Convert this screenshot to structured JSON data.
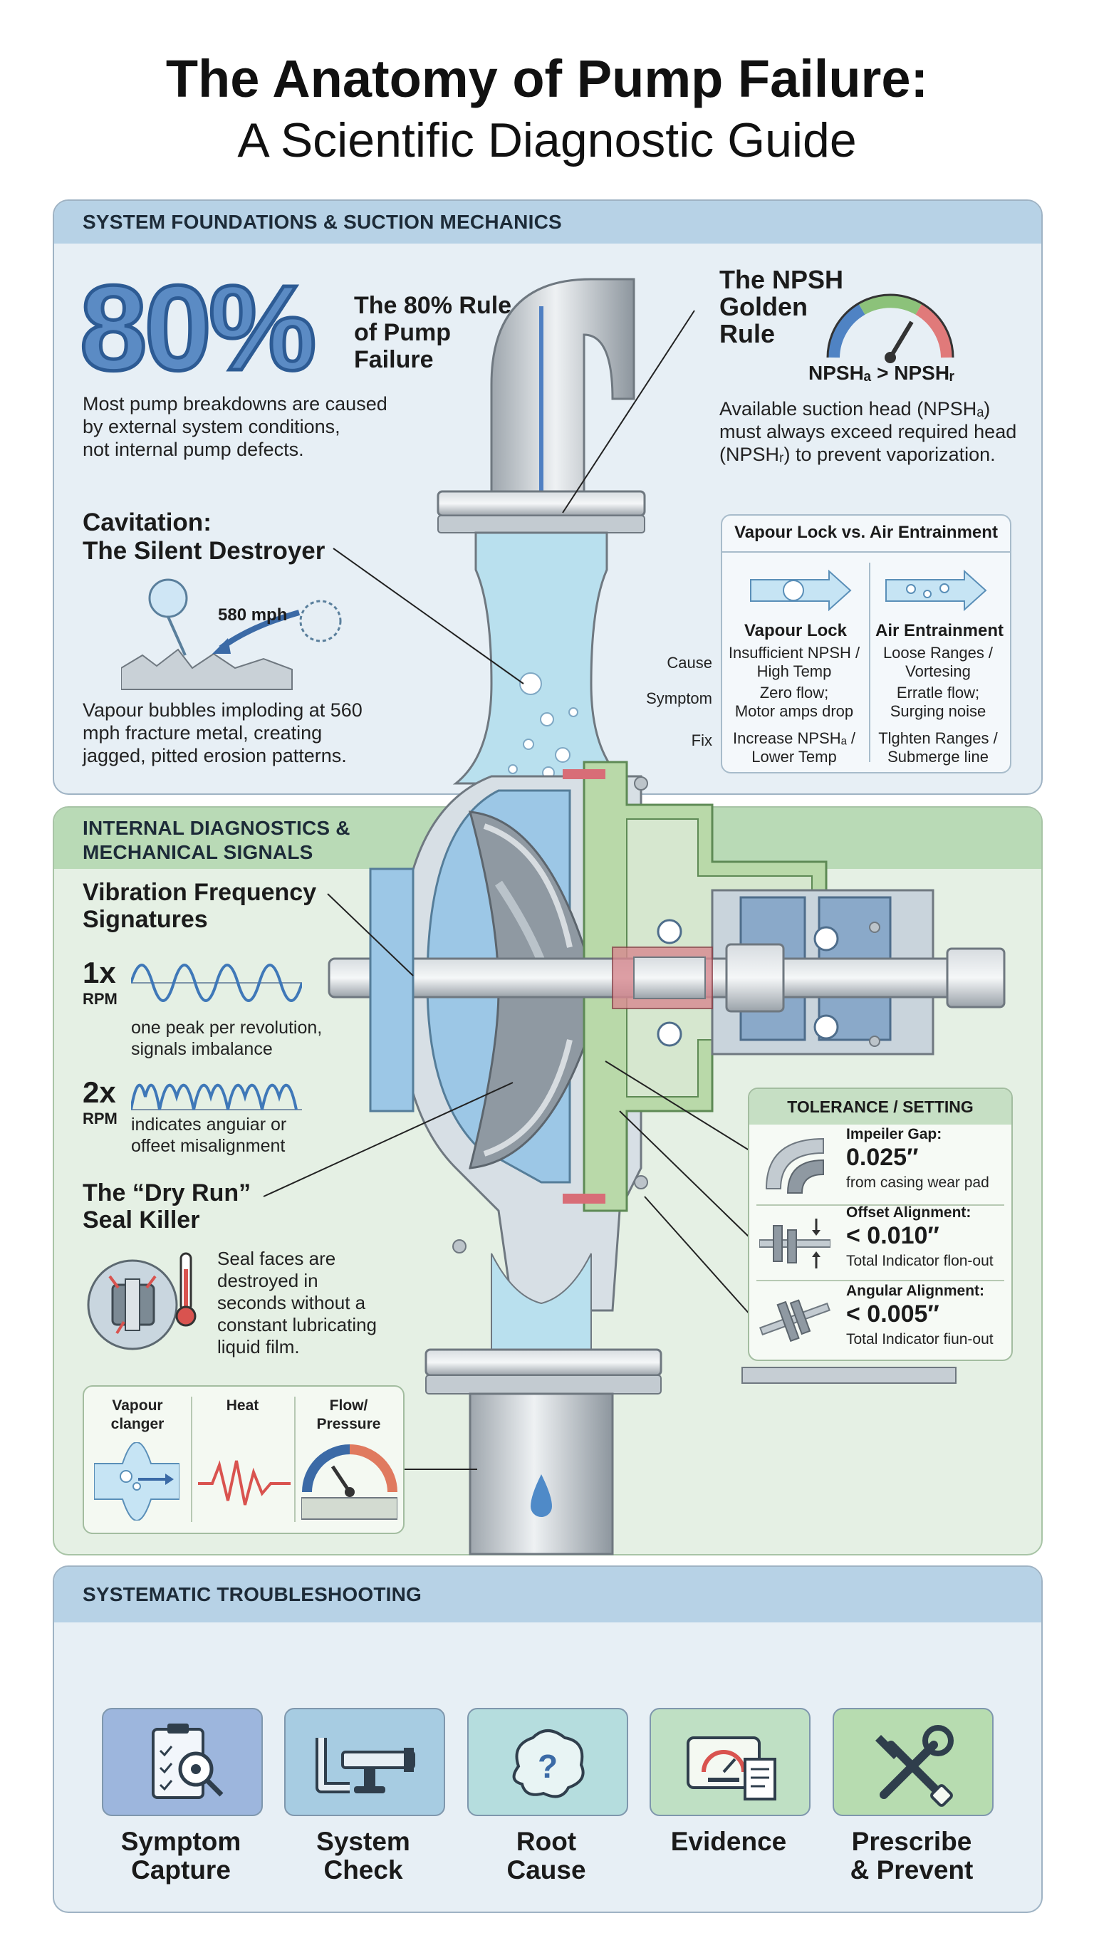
{
  "title": {
    "line1": "The Anatomy of Pump Failure:",
    "line2": "A Scientific Diagnostic Guide"
  },
  "section1": {
    "heading": "SYSTEM FOUNDATIONS & SUCTION MECHANICS",
    "big_stat": "80%",
    "rule_title": [
      "The 80% Rule",
      "of Pump",
      "Failure"
    ],
    "rule_text": [
      "Most pump breakdowns are caused",
      "by external system conditions,",
      "not internal pump defects."
    ],
    "npsh_title": [
      "The NPSH",
      "Golden",
      "Rule"
    ],
    "npsh_formula": "NPSHₐ > NPSHᵣ",
    "npsh_text": [
      "Available suction head (NPSHₐ)",
      "must always exceed required head",
      "(NPSHᵣ) to prevent vaporization."
    ],
    "cavitation_title": [
      "Cavitation:",
      "The Silent Destroyer"
    ],
    "speed_label": "580 mph",
    "cavitation_text": [
      "Vapour bubbles imploding at 560",
      "mph fracture metal, creating",
      "jagged, pitted erosion patterns."
    ],
    "vapour_table": {
      "title": "Vapour Lock vs. Air Entrainment",
      "col1": "Vapour Lock",
      "col2": "Air Entrainment",
      "rows": [
        {
          "label": "Cause",
          "a": [
            "Insufficient NPSH /",
            "High Temp"
          ],
          "b": [
            "Loose Ranges /",
            "Vortesing"
          ]
        },
        {
          "label": "Symptom",
          "a": [
            "Zero flow;",
            "Motor amps drop"
          ],
          "b": [
            "Erratle flow;",
            "Surging noise"
          ]
        },
        {
          "label": "Fix",
          "a": [
            "Increase NPSHₐ /",
            "Lower Temp"
          ],
          "b": [
            "Tlghten Ranges /",
            "Submerge line"
          ]
        }
      ]
    }
  },
  "section2": {
    "heading": [
      "INTERNAL DIAGNOSTICS &",
      "MECHANICAL SIGNALS"
    ],
    "vib_title": [
      "Vibration Frequency",
      "Signatures"
    ],
    "sig1": {
      "mult": "1x",
      "unit": "RPM",
      "text": [
        "one peak per revolution,",
        "signals imbalance"
      ]
    },
    "sig2": {
      "mult": "2x",
      "unit": "RPM",
      "text": [
        "indicates anguiar or",
        "offeet misalignment"
      ]
    },
    "dry_title": [
      "The “Dry Run”",
      "Seal Killer"
    ],
    "dry_text": [
      "Seal faces are",
      "destroyed in",
      "seconds without a",
      "constant lubricating",
      "liquid film."
    ],
    "mini_panel": {
      "c1": [
        "Vapour",
        "clanger"
      ],
      "c2": [
        "Heat"
      ],
      "c3": [
        "Flow/",
        "Pressure"
      ]
    },
    "tolerance": {
      "title": "TOLERANCE / SETTING",
      "items": [
        {
          "name": "Impeiler Gap:",
          "value": "0.025″",
          "note": "from casing wear pad"
        },
        {
          "name": "Offset Alignment:",
          "value": "< 0.010″",
          "note": "Total Indicator flon-out"
        },
        {
          "name": "Angular Alignment:",
          "value": "< 0.005″",
          "note": "Total Indicator fiun-out"
        }
      ]
    }
  },
  "section3": {
    "heading": "SYSTEMATIC TROUBLESHOOTING",
    "steps": [
      {
        "label": [
          "Symptom",
          "Capture"
        ],
        "color": "#9db6dd",
        "icon": "clipboard-magnifier-icon"
      },
      {
        "label": [
          "System",
          "Check"
        ],
        "color": "#a7cce2",
        "icon": "pipe-valve-icon"
      },
      {
        "label": [
          "Root",
          "Cause"
        ],
        "color": "#b5ddde",
        "icon": "brain-question-icon"
      },
      {
        "label": [
          "Evidence"
        ],
        "color": "#bfe0c4",
        "icon": "gauge-document-icon"
      },
      {
        "label": [
          "Prescribe",
          "& Prevent"
        ],
        "color": "#b7dcb0",
        "icon": "wrench-tools-icon"
      }
    ]
  },
  "colors": {
    "blue_panel": "#b7d2e6",
    "green_panel": "#b9dab6",
    "accent_blue": "#5b8bc4",
    "water": "#b9e0ee"
  }
}
